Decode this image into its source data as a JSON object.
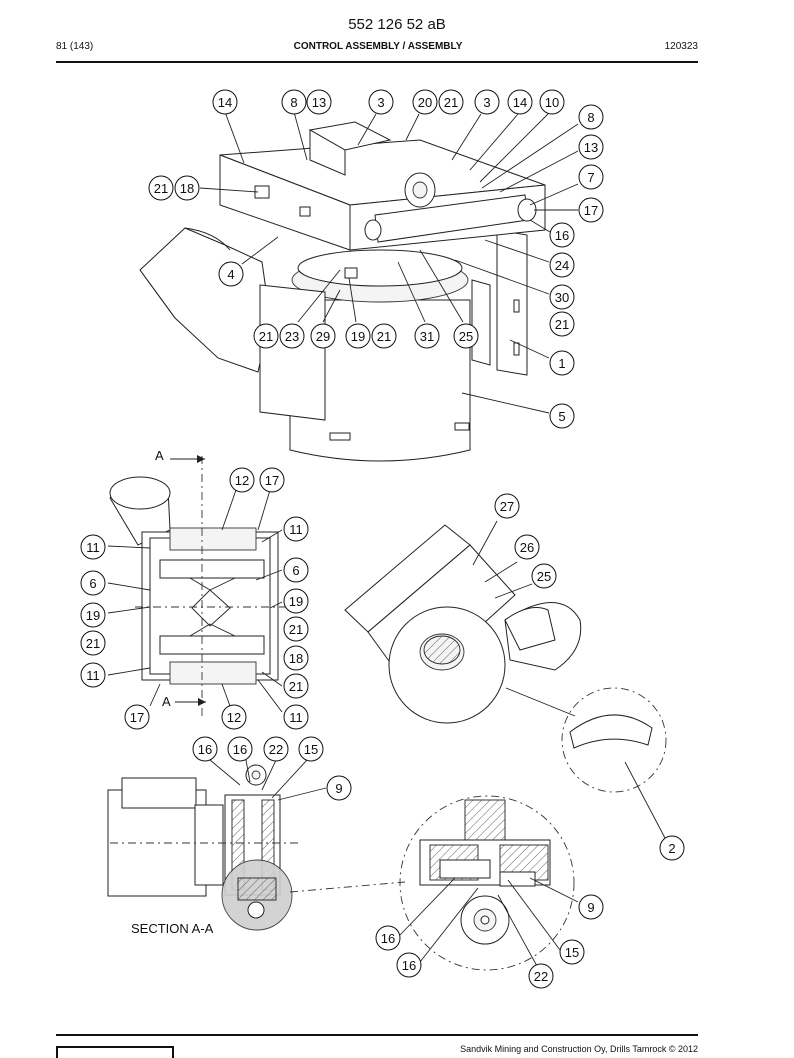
{
  "header": {
    "document_number": "552 126 52 aB",
    "page": "81 (143)",
    "title": "CONTROL ASSEMBLY / ASSEMBLY",
    "date_code": "120323"
  },
  "labels": {
    "section": "SECTION A-A",
    "direction_a": "A"
  },
  "footer": {
    "copyright": "Sandvik Mining and Construction Oy, Drills Tamrock © 2012"
  },
  "callouts": [
    {
      "id": "c01",
      "text": "14"
    },
    {
      "id": "c02",
      "text": "8"
    },
    {
      "id": "c03",
      "text": "13"
    },
    {
      "id": "c04",
      "text": "3"
    },
    {
      "id": "c05",
      "text": "20"
    },
    {
      "id": "c06",
      "text": "21"
    },
    {
      "id": "c07",
      "text": "3"
    },
    {
      "id": "c08",
      "text": "14"
    },
    {
      "id": "c09",
      "text": "10"
    },
    {
      "id": "c10",
      "text": "8"
    },
    {
      "id": "c11",
      "text": "13"
    },
    {
      "id": "c12",
      "text": "7"
    },
    {
      "id": "c13",
      "text": "17"
    },
    {
      "id": "c14",
      "text": "16"
    },
    {
      "id": "c15",
      "text": "24"
    },
    {
      "id": "c16",
      "text": "30"
    },
    {
      "id": "c17",
      "text": "21"
    },
    {
      "id": "c18",
      "text": "1"
    },
    {
      "id": "c19",
      "text": "5"
    },
    {
      "id": "c20",
      "text": "21"
    },
    {
      "id": "c21",
      "text": "18"
    },
    {
      "id": "c22",
      "text": "4"
    },
    {
      "id": "c23",
      "text": "21"
    },
    {
      "id": "c24",
      "text": "23"
    },
    {
      "id": "c25",
      "text": "29"
    },
    {
      "id": "c26",
      "text": "19"
    },
    {
      "id": "c27",
      "text": "21"
    },
    {
      "id": "c28",
      "text": "31"
    },
    {
      "id": "c29",
      "text": "25"
    },
    {
      "id": "c30",
      "text": "12"
    },
    {
      "id": "c31",
      "text": "17"
    },
    {
      "id": "c32",
      "text": "11"
    },
    {
      "id": "c33",
      "text": "11"
    },
    {
      "id": "c34",
      "text": "6"
    },
    {
      "id": "c35",
      "text": "6"
    },
    {
      "id": "c36",
      "text": "19"
    },
    {
      "id": "c37",
      "text": "19"
    },
    {
      "id": "c38",
      "text": "21"
    },
    {
      "id": "c39",
      "text": "21"
    },
    {
      "id": "c40",
      "text": "18"
    },
    {
      "id": "c41",
      "text": "11"
    },
    {
      "id": "c42",
      "text": "21"
    },
    {
      "id": "c43",
      "text": "17"
    },
    {
      "id": "c44",
      "text": "12"
    },
    {
      "id": "c45",
      "text": "11"
    },
    {
      "id": "c46",
      "text": "27"
    },
    {
      "id": "c47",
      "text": "26"
    },
    {
      "id": "c48",
      "text": "25"
    },
    {
      "id": "c49",
      "text": "2"
    },
    {
      "id": "c50",
      "text": "16"
    },
    {
      "id": "c51",
      "text": "16"
    },
    {
      "id": "c52",
      "text": "22"
    },
    {
      "id": "c53",
      "text": "15"
    },
    {
      "id": "c54",
      "text": "9"
    },
    {
      "id": "c55",
      "text": "9"
    },
    {
      "id": "c56",
      "text": "16"
    },
    {
      "id": "c57",
      "text": "15"
    },
    {
      "id": "c58",
      "text": "16"
    },
    {
      "id": "c59",
      "text": "22"
    }
  ]
}
